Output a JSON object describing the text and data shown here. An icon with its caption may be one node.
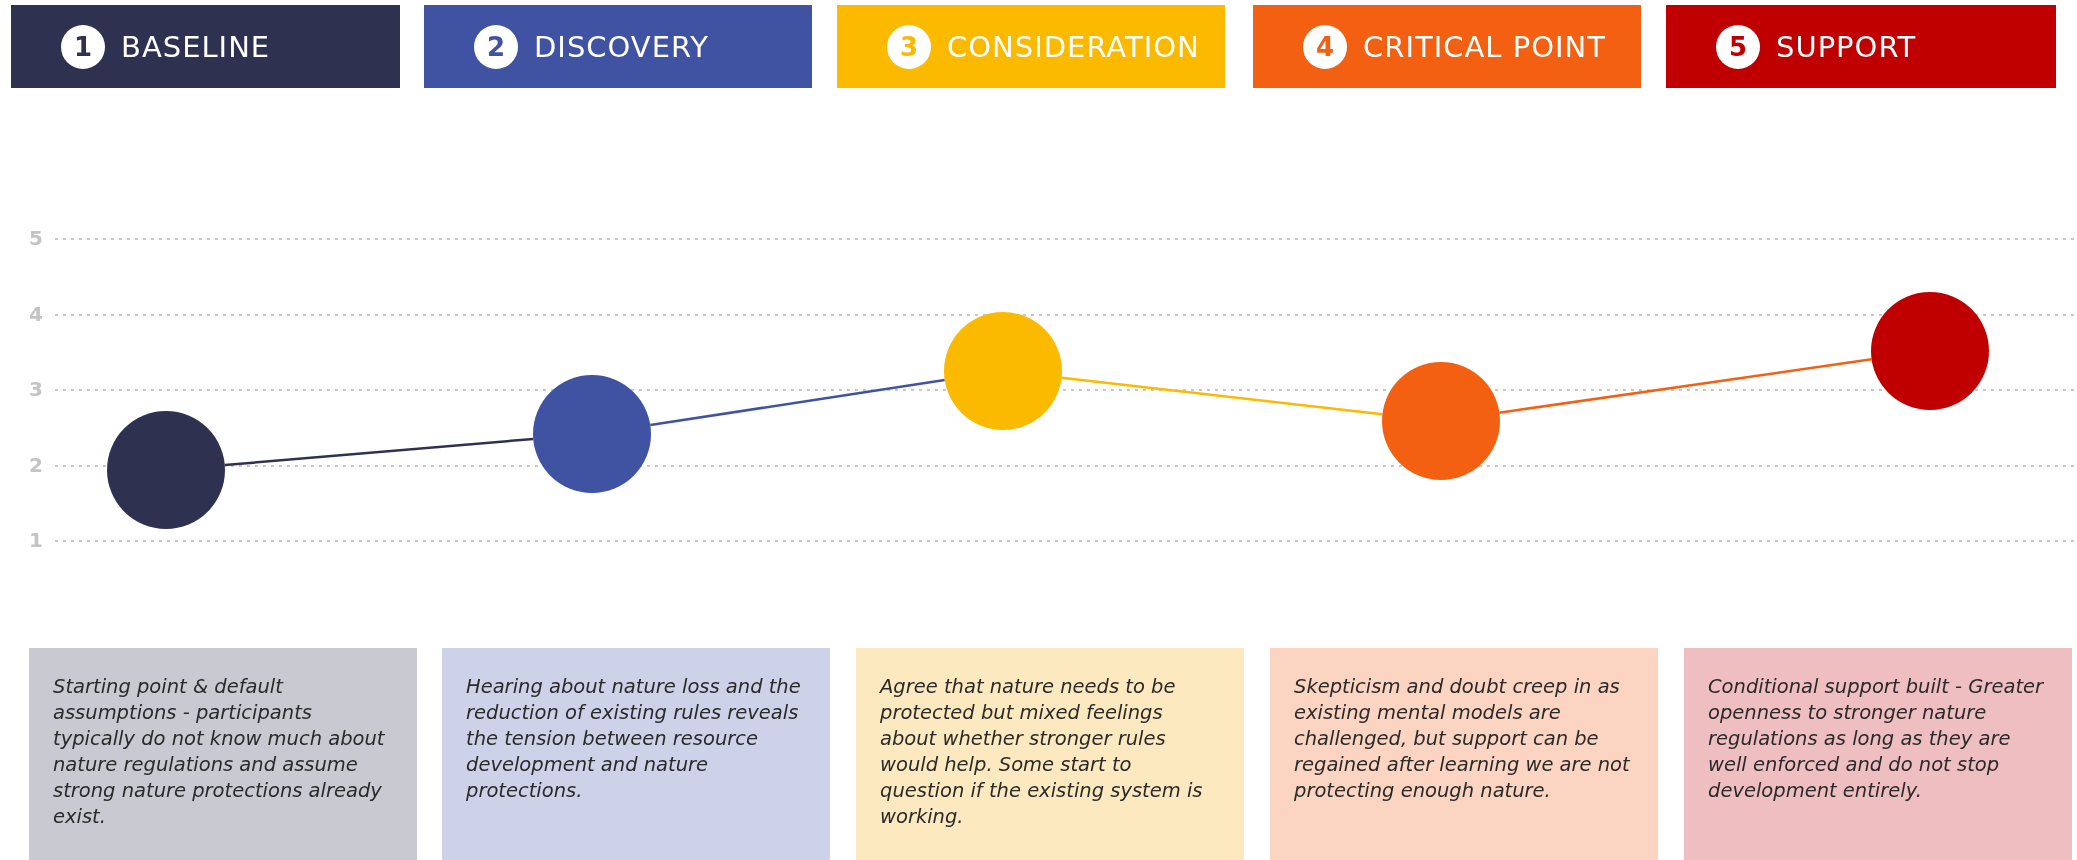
{
  "diagram": {
    "nodes": [
      {
        "text": [
          "1",
          "BASELINE"
        ]
      },
      {
        "text": [
          "2",
          "DISCOVERY"
        ]
      },
      {
        "text": [
          "3",
          "CONSIDERATION"
        ]
      },
      {
        "text": [
          "4",
          "CRITICAL POINT"
        ]
      },
      {
        "text": [
          "5",
          "SUPPORT"
        ]
      },
      {
        "text": [],
        "shape": "circle"
      },
      {
        "text": [],
        "shape": "circle"
      },
      {
        "text": [],
        "shape": "circle"
      },
      {
        "text": [],
        "shape": "circle"
      },
      {
        "text": [],
        "shape": "circle"
      },
      {
        "text": [
          "Starting point & default assumptions - participants typically do not know much about nature regulations and assume strong nature protections already exist."
        ]
      },
      {
        "text": [
          "Hearing about nature loss and the reduction of existing rules reveals the tension between resource development and nature protections."
        ]
      },
      {
        "text": [
          "Agree that nature needs to be protected but mixed feelings about whether stronger rules would help. Some start to question if the existing system is working."
        ]
      },
      {
        "text": [
          "Skepticism and doubt creep in as existing mental models are challenged, but support can be regained after learning we are not protecting enough nature."
        ]
      },
      {
        "text": [
          "Conditional support built - Greater openness to stronger nature regulations as long as they are well enforced and do not stop development entirely."
        ]
      }
    ],
    "edges": [
      {
        "from": 5,
        "to": 6,
        "arrow": "none",
        "color": "#2e3250"
      },
      {
        "from": 6,
        "to": 7,
        "arrow": "none",
        "color": "#4052a2"
      },
      {
        "from": 7,
        "to": 8,
        "arrow": "none",
        "color": "#fbb900"
      },
      {
        "from": 8,
        "to": 9,
        "arrow": "none",
        "color": "#f46012"
      }
    ],
    "labels": [
      "5",
      "4",
      "3",
      "2",
      "1"
    ]
  }
}
